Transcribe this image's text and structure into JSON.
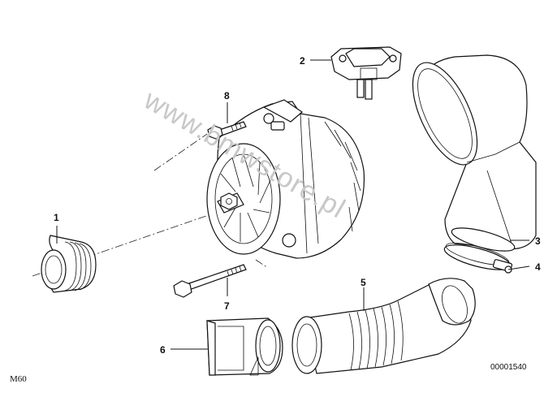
{
  "diagram": {
    "model_code": "M60",
    "drawing_number": "00001540",
    "watermark": "www.bmwstore.pl",
    "callouts": [
      {
        "number": "1"
      },
      {
        "number": "2"
      },
      {
        "number": "3"
      },
      {
        "number": "4"
      },
      {
        "number": "5"
      },
      {
        "number": "6"
      },
      {
        "number": "7"
      },
      {
        "number": "8"
      }
    ]
  }
}
